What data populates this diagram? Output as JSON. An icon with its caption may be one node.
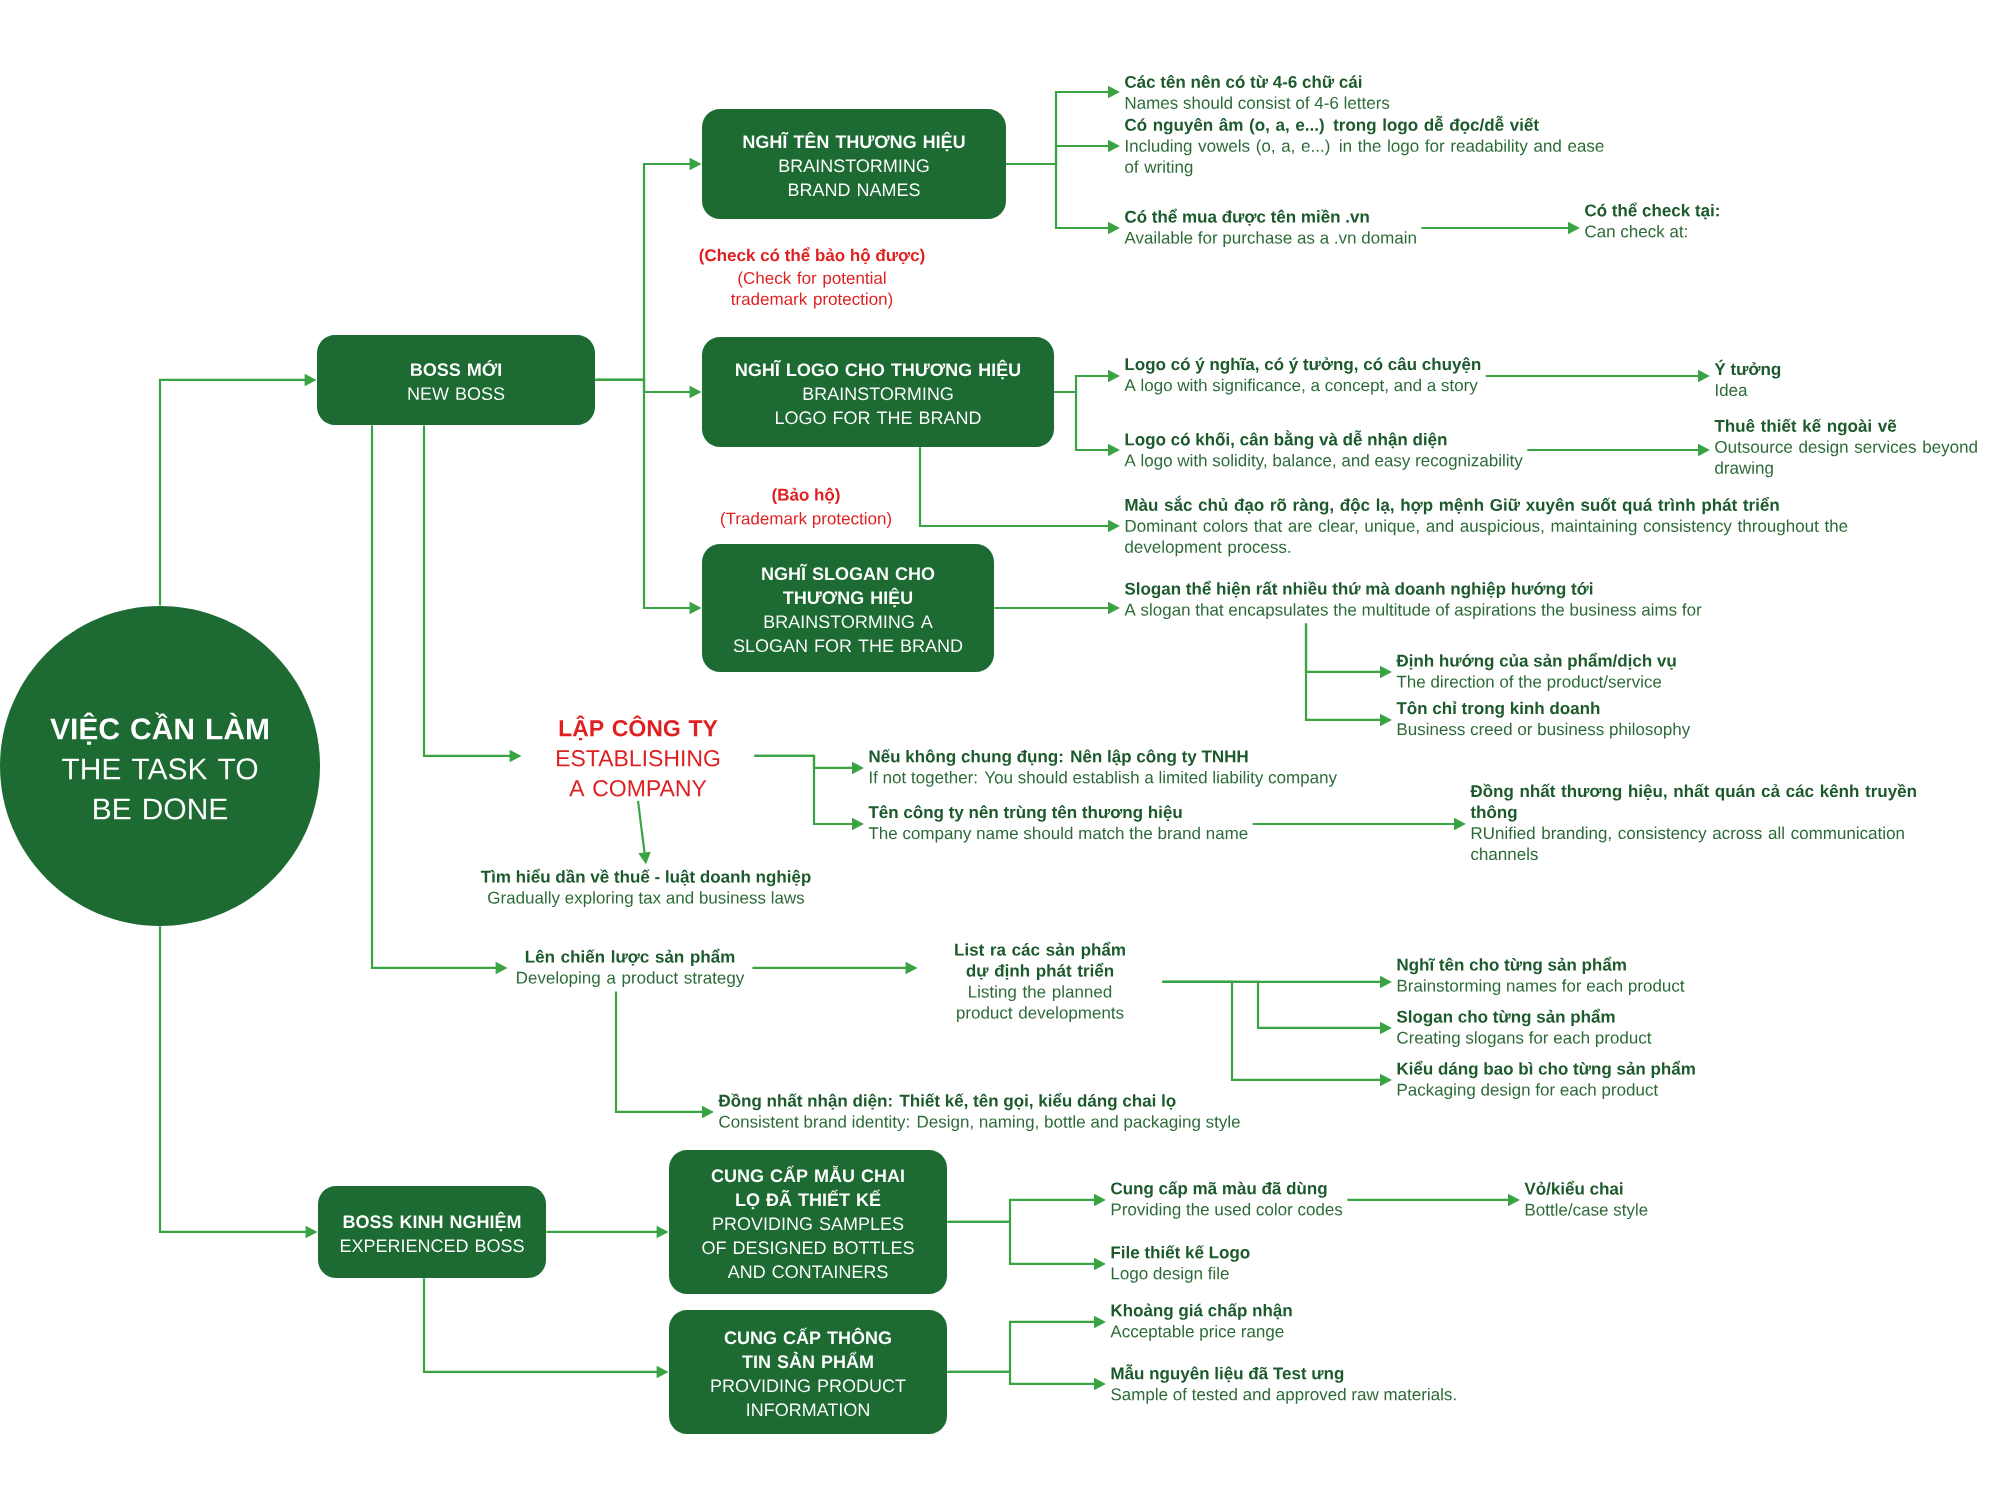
{
  "diagram": {
    "nodes": [
      {
        "text": [
          "VIỆC CẦN LÀM",
          "THE TASK TO BE DONE"
        ]
      },
      {
        "text": [
          "BOSS MỚI",
          "NEW BOSS"
        ]
      },
      {
        "text": [
          "NGHĨ TÊN THƯƠNG HIỆU",
          "BRAINSTORMING BRAND NAMES"
        ]
      },
      {
        "text": [
          "Các tên nên có từ 4-6 chữ cái",
          "Names should consist of 4-6 letters"
        ]
      },
      {
        "text": [
          "Có nguyên âm (o, a, e...) trong logo dễ đọc/dễ viết",
          "Including vowels (o, a, e...) in the logo for readability and ease of writing"
        ]
      },
      {
        "text": [
          "Có thể mua được tên miền .vn",
          "Available for purchase as a .vn domain"
        ]
      },
      {
        "text": [
          "Có thể check tại:",
          "Can check at:"
        ]
      },
      {
        "text": [
          "NGHĨ LOGO CHO THƯƠNG HIỆU",
          "BRAINSTORMING LOGO FOR THE BRAND"
        ]
      },
      {
        "text": [
          "Logo có ý nghĩa, có ý tưởng, có câu chuyện",
          "A logo with significance, a concept, and a story"
        ]
      },
      {
        "text": [
          "Ý tưởng",
          "Idea"
        ]
      },
      {
        "text": [
          "Logo có khối, cân bằng và dễ nhận diện",
          "A logo with solidity, balance, and easy recognizability"
        ]
      },
      {
        "text": [
          "Thuê thiết kế ngoài vẽ",
          "Outsource design services beyond drawing"
        ]
      },
      {
        "text": [
          "Màu sắc chủ đạo rõ ràng, độc lạ, hợp mệnh Giữ xuyên suốt quá trình phát triển",
          "Dominant colors that are clear, unique, and auspicious, maintaining consistency throughout the development process."
        ]
      },
      {
        "text": [
          "NGHĨ SLOGAN CHO THƯƠNG HIỆU",
          "BRAINSTORMING A SLOGAN FOR THE BRAND"
        ]
      },
      {
        "text": [
          "Slogan thể hiện rất nhiều thứ mà doanh nghiệp hướng tới",
          "A slogan that encapsulates the multitude of aspirations the business aims for"
        ]
      },
      {
        "text": [
          "Định hướng của sản phẩm/dịch vụ",
          "The direction of the product/service"
        ]
      },
      {
        "text": [
          "Tôn chỉ trong kinh doanh",
          "Business creed or business philosophy"
        ]
      },
      {
        "text": [
          "LẬP CÔNG TY",
          "ESTABLISHING A COMPANY"
        ]
      },
      {
        "text": [
          "Nếu không chung đụng: Nên lập công ty TNHH",
          "If not together: You should establish a limited liability company"
        ]
      },
      {
        "text": [
          "Tên công ty nên trùng tên thương hiệu",
          "The company name should match the brand name"
        ]
      },
      {
        "text": [
          "Đồng nhất thương hiệu, nhất quán cả các kênh truyền thông",
          "RUnified branding, consistency across all communication channels"
        ]
      },
      {
        "text": [
          "Tìm hiểu dần về thuế - luật doanh nghiệp",
          "Gradually exploring tax and business laws"
        ]
      },
      {
        "text": [
          "Lên chiến lược sản phẩm",
          "Developing a product strategy"
        ]
      },
      {
        "text": [
          "List ra các sản phẩm dự định phát triển",
          "Listing the planned product developments"
        ]
      },
      {
        "text": [
          "Nghĩ tên cho từng sản phẩm",
          "Brainstorming names for each product"
        ]
      },
      {
        "text": [
          "Slogan cho từng sản phẩm",
          "Creating slogans for each product"
        ]
      },
      {
        "text": [
          "Kiểu dáng bao bì cho từng sản phẩm",
          "Packaging design for each product"
        ]
      },
      {
        "text": [
          "Đồng nhất nhận diện: Thiết kế, tên gọi, kiểu dáng chai lọ",
          "Consistent brand identity: Design, naming, bottle and packaging style"
        ]
      },
      {
        "text": [
          "BOSS KINH NGHIỆM",
          "EXPERIENCED BOSS"
        ]
      },
      {
        "text": [
          "CUNG CẤP MẪU CHAI LỌ ĐÃ THIẾT KẾ",
          "PROVIDING SAMPLES OF DESIGNED BOTTLES AND CONTAINERS"
        ]
      },
      {
        "text": [
          "Cung cấp mã màu đã dùng",
          "Providing the used color codes"
        ]
      },
      {
        "text": [
          "Vỏ/kiểu chai",
          "Bottle/case style"
        ]
      },
      {
        "text": [
          "File thiết kế Logo",
          "Logo design file"
        ]
      },
      {
        "text": [
          "CUNG CẤP THÔNG TIN SẢN PHẨM",
          "PROVIDING PRODUCT INFORMATION"
        ]
      },
      {
        "text": [
          "Khoảng giá chấp nhận",
          "Acceptable price range"
        ]
      },
      {
        "text": [
          "Mẫu nguyên liệu đã Test ưng",
          "Sample of tested and approved raw materials."
        ]
      }
    ],
    "edges": [
      {
        "from": 0,
        "to": 1,
        "arrow": "to"
      },
      {
        "from": 0,
        "to": 28,
        "arrow": "to"
      },
      {
        "from": 1,
        "to": 2,
        "arrow": "to"
      },
      {
        "from": 1,
        "to": 7,
        "arrow": "to"
      },
      {
        "from": 1,
        "to": 13,
        "arrow": "to"
      },
      {
        "from": 1,
        "to": 17,
        "arrow": "to"
      },
      {
        "from": 1,
        "to": 22,
        "arrow": "to"
      },
      {
        "from": 2,
        "to": 3,
        "arrow": "to"
      },
      {
        "from": 2,
        "to": 4,
        "arrow": "to"
      },
      {
        "from": 2,
        "to": 5,
        "arrow": "to"
      },
      {
        "from": 5,
        "to": 6,
        "arrow": "to"
      },
      {
        "from": 7,
        "to": 8,
        "arrow": "to"
      },
      {
        "from": 7,
        "to": 10,
        "arrow": "to"
      },
      {
        "from": 7,
        "to": 12,
        "arrow": "to"
      },
      {
        "from": 8,
        "to": 9,
        "arrow": "to"
      },
      {
        "from": 10,
        "to": 11,
        "arrow": "to"
      },
      {
        "from": 13,
        "to": 14,
        "arrow": "to"
      },
      {
        "from": 14,
        "to": 15,
        "arrow": "to"
      },
      {
        "from": 14,
        "to": 16,
        "arrow": "to"
      },
      {
        "from": 17,
        "to": 18,
        "arrow": "to"
      },
      {
        "from": 17,
        "to": 19,
        "arrow": "to"
      },
      {
        "from": 17,
        "to": 21,
        "arrow": "to"
      },
      {
        "from": 19,
        "to": 20,
        "arrow": "to"
      },
      {
        "from": 22,
        "to": 23,
        "arrow": "to"
      },
      {
        "from": 22,
        "to": 27,
        "arrow": "to"
      },
      {
        "from": 23,
        "to": 24,
        "arrow": "to"
      },
      {
        "from": 23,
        "to": 25,
        "arrow": "to"
      },
      {
        "from": 23,
        "to": 26,
        "arrow": "to"
      },
      {
        "from": 28,
        "to": 29,
        "arrow": "to"
      },
      {
        "from": 28,
        "to": 33,
        "arrow": "to"
      },
      {
        "from": 29,
        "to": 30,
        "arrow": "to"
      },
      {
        "from": 29,
        "to": 32,
        "arrow": "to"
      },
      {
        "from": 30,
        "to": 31,
        "arrow": "to"
      },
      {
        "from": 33,
        "to": 34,
        "arrow": "to"
      },
      {
        "from": 33,
        "to": 35,
        "arrow": "to"
      }
    ],
    "labels": [
      "(Check có thể bảo hộ được)",
      "(Check for potential trademark protection)",
      "(Bảo hộ)",
      "(Trademark protection)"
    ]
  }
}
